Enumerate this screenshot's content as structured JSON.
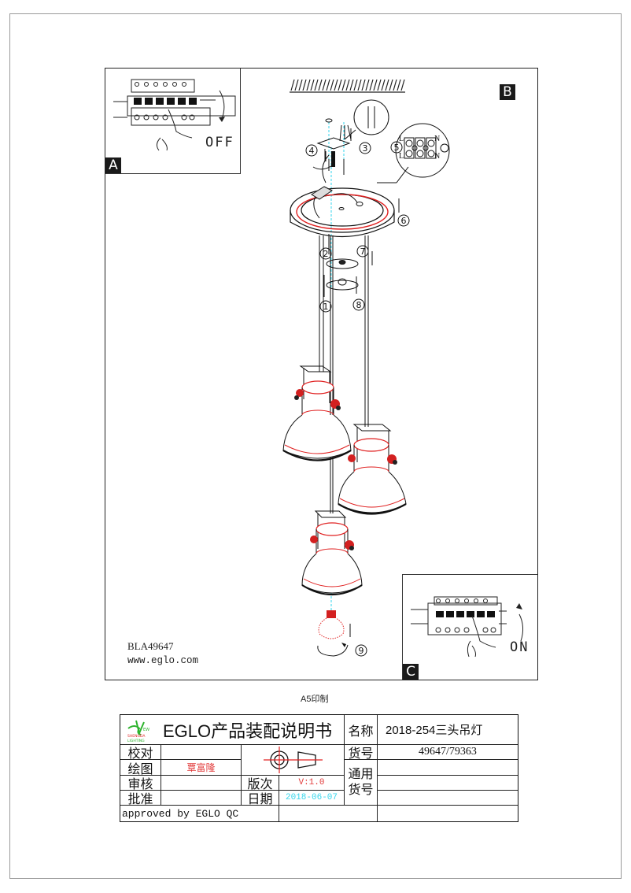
{
  "document": {
    "print_size": "A5印制",
    "model_code": "BLA49647",
    "website": "www.eglo.com"
  },
  "panels": {
    "a": {
      "letter": "A",
      "switch_state": "OFF",
      "description": "breaker switch off"
    },
    "b": {
      "letter": "B",
      "description": "ceiling mount assembly"
    },
    "c": {
      "letter": "C",
      "switch_state": "ON",
      "description": "breaker switch on"
    }
  },
  "steps": [
    "1",
    "2",
    "3",
    "4",
    "5",
    "6",
    "7",
    "8",
    "9"
  ],
  "terminal_labels": {
    "live": "L",
    "neutral": "N"
  },
  "title_block": {
    "logo_text": [
      "NEW",
      "SHENGDA",
      "LIGHTING"
    ],
    "title": "EGLO产品装配说明书",
    "name_label": "名称",
    "name_value": "2018-254三头吊灯",
    "check_label": "校对",
    "check_value": "",
    "drawn_label": "绘图",
    "drawn_value": "覃富隆",
    "review_label": "审核",
    "review_value": "",
    "approve_label": "批准",
    "approve_value": "",
    "item_no_label": "货号",
    "item_no_value": "49647/79363",
    "common_label": "通用货号",
    "common_values": [
      "",
      "",
      ""
    ],
    "version_label": "版次",
    "version_value": "V:1.0",
    "date_label": "日期",
    "date_value": "2018-06-07",
    "approved_by": "approved by EGLO QC"
  },
  "colors": {
    "accent_red": "#e02020",
    "dim_cyan": "#35d6ec",
    "line": "#111111"
  }
}
